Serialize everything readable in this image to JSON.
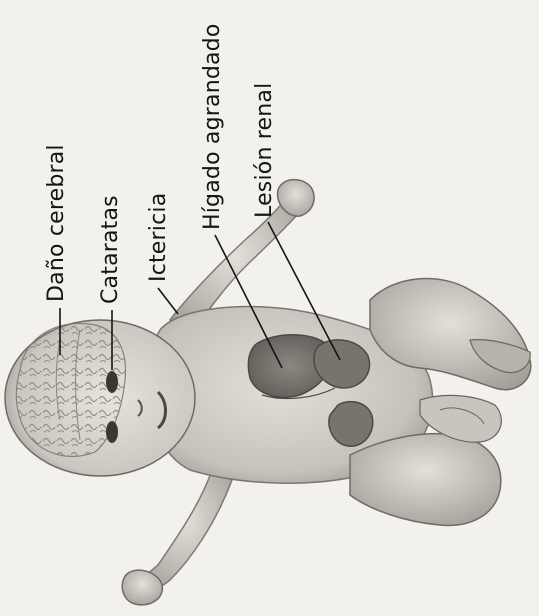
{
  "labels": {
    "brain": "Daño cerebral",
    "eyes": "Cataratas",
    "skin": "Ictericia",
    "liver": "Hígado agrandado",
    "kidney": "Lesión renal"
  },
  "colors": {
    "background": "#f2f1ee",
    "ink": "#151515",
    "skin": "#dcd9d3",
    "shade": "#8f8b85"
  }
}
